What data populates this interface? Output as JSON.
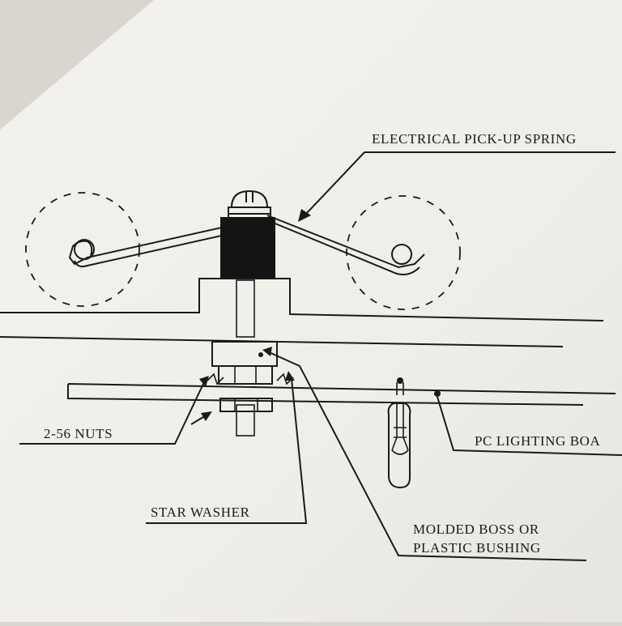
{
  "labels": {
    "spring": "ELECTRICAL PICK-UP SPRING",
    "nuts": "2-56 NUTS",
    "pc_board": "PC LIGHTING BOA",
    "star_washer": "STAR WASHER",
    "boss_line1": "MOLDED BOSS OR",
    "boss_line2": "PLASTIC BUSHING"
  },
  "colors": {
    "paper": "#f1f0ec",
    "ink": "#1a1a1a"
  }
}
